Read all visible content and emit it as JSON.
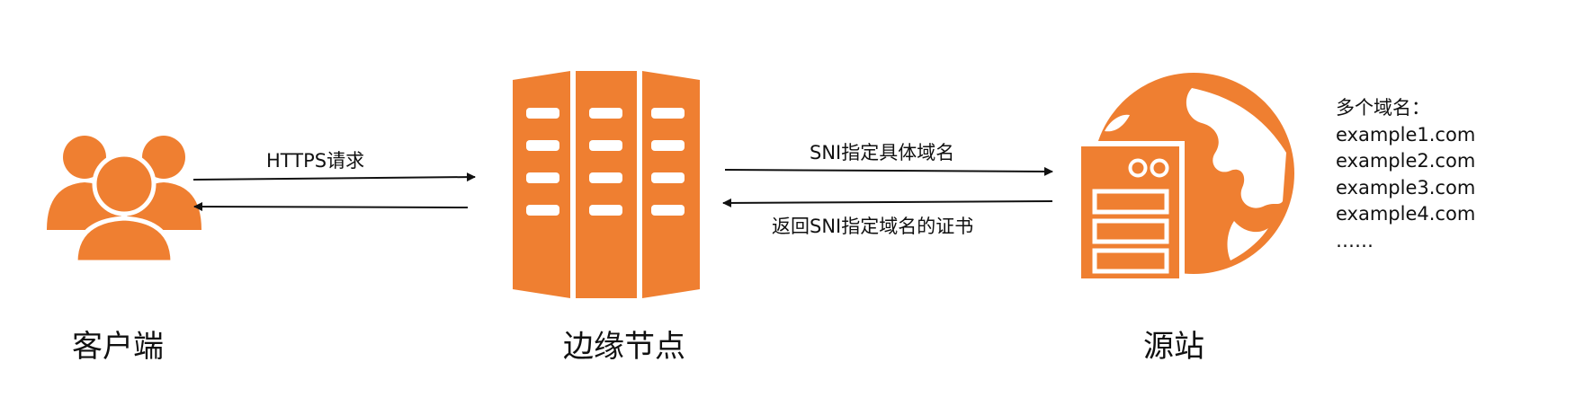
{
  "colors": {
    "accent": "#ef7f31",
    "line": "#111111",
    "background": "#ffffff"
  },
  "nodes": {
    "client": {
      "label": "客户端",
      "icon": "users-icon"
    },
    "edge": {
      "label": "边缘节点",
      "icon": "server-rack-icon"
    },
    "origin": {
      "label": "源站",
      "icon": "globe-server-icon"
    }
  },
  "edges": {
    "client_to_edge": {
      "label": "HTTPS请求"
    },
    "edge_to_origin": {
      "label": "SNI指定具体域名"
    },
    "origin_to_edge": {
      "label": "返回SNI指定域名的证书"
    }
  },
  "domains": {
    "title": "多个域名：",
    "items": [
      "example1.com",
      "example2.com",
      "example3.com",
      "example4.com"
    ],
    "ellipsis": "……"
  }
}
